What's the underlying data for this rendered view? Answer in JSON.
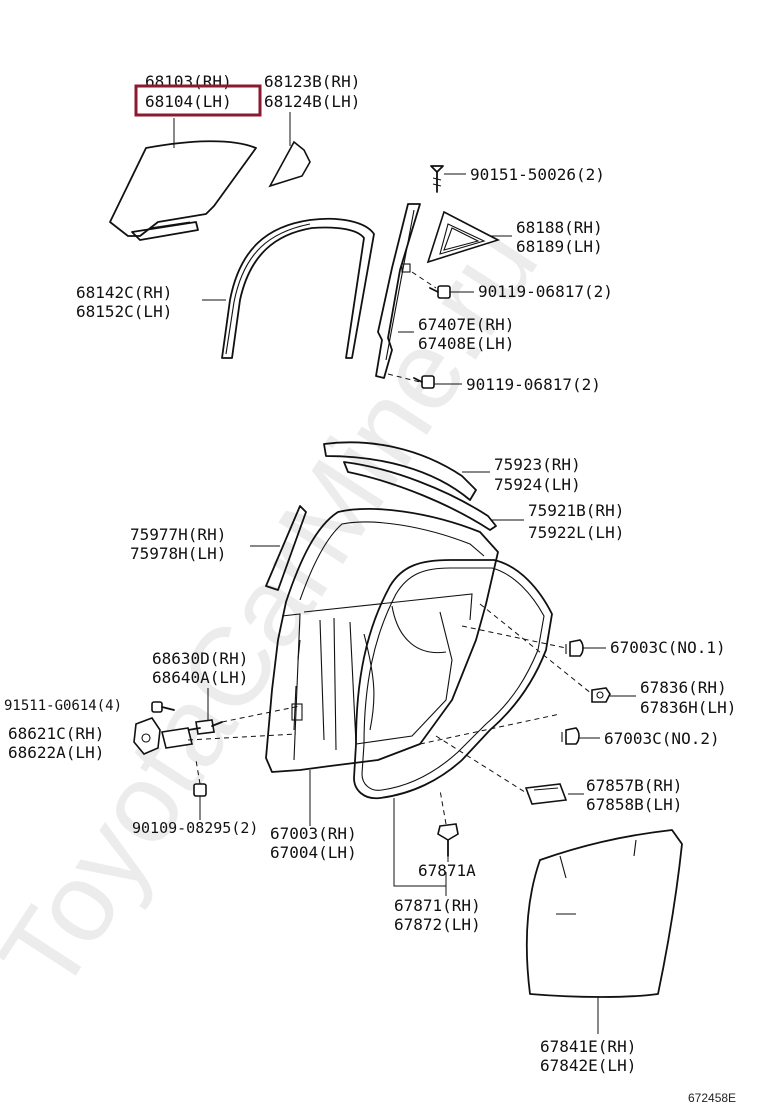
{
  "watermark": "ToyotaCarMine.ru",
  "highlight_color": "#8c1a2e",
  "diagram_ref": "672458E",
  "labels": {
    "glass_rh": "68103(RH)",
    "glass_lh": "68104(LH)",
    "qglass_rh": "68123B(RH)",
    "qglass_lh": "68124B(LH)",
    "screw": "90151-50026(2)",
    "qglass2_rh": "68188(RH)",
    "qglass2_lh": "68189(LH)",
    "bolt_top": "90119-06817(2)",
    "run_rh": "68142C(RH)",
    "run_lh": "68152C(LH)",
    "chan_rh": "67407E(RH)",
    "chan_lh": "67408E(LH)",
    "bolt_mid": "90119-06817(2)",
    "mould_rh": "75923(RH)",
    "mould_lh": "75924(LH)",
    "mould2_rh": "75921B(RH)",
    "mould2_lh": "75922L(LH)",
    "mould3_rh": "75977H(RH)",
    "mould3_lh": "75978H(LH)",
    "plug1": "67003C(NO.1)",
    "check_rh": "68630D(RH)",
    "check_lh": "68640A(LH)",
    "clip_rh": "67836(RH)",
    "clip_lh": "67836H(LH)",
    "bolt4": "91511-G0614(4)",
    "plug2": "67003C(NO.2)",
    "hinge_rh": "68621C(RH)",
    "hinge_lh": "68622A(LH)",
    "cover_rh": "67857B(RH)",
    "cover_lh": "67858B(LH)",
    "bolt2": "90109-08295(2)",
    "panel_rh": "67003(RH)",
    "panel_lh": "67004(LH)",
    "retainer": "67871A",
    "ws_rh": "67871(RH)",
    "ws_lh": "67872(LH)",
    "film_rh": "67841E(RH)",
    "film_lh": "67842E(LH)"
  }
}
